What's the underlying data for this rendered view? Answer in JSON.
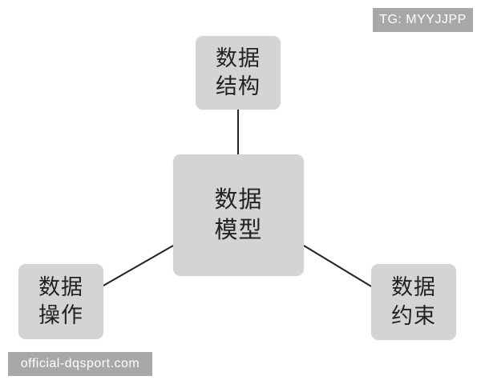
{
  "watermarks": {
    "top_right": "TG: MYYJJPP",
    "bottom_left": "official-dqsport.com"
  },
  "diagram": {
    "type": "hub-and-spoke",
    "center": {
      "id": "model",
      "lines": [
        "数据",
        "模型"
      ]
    },
    "nodes": [
      {
        "id": "structure",
        "position": "top",
        "lines": [
          "数据",
          "结构"
        ]
      },
      {
        "id": "operation",
        "position": "bottom-left",
        "lines": [
          "数据",
          "操作"
        ]
      },
      {
        "id": "constraint",
        "position": "bottom-right",
        "lines": [
          "数据",
          "约束"
        ]
      }
    ],
    "edges": [
      {
        "from": "model",
        "to": "structure"
      },
      {
        "from": "model",
        "to": "operation"
      },
      {
        "from": "model",
        "to": "constraint"
      }
    ],
    "colors": {
      "node_fill": "#d4d4d4",
      "text": "#222222",
      "edge": "#222222",
      "watermark_bg": "#a8a8a8",
      "watermark_text": "#ffffff"
    }
  }
}
